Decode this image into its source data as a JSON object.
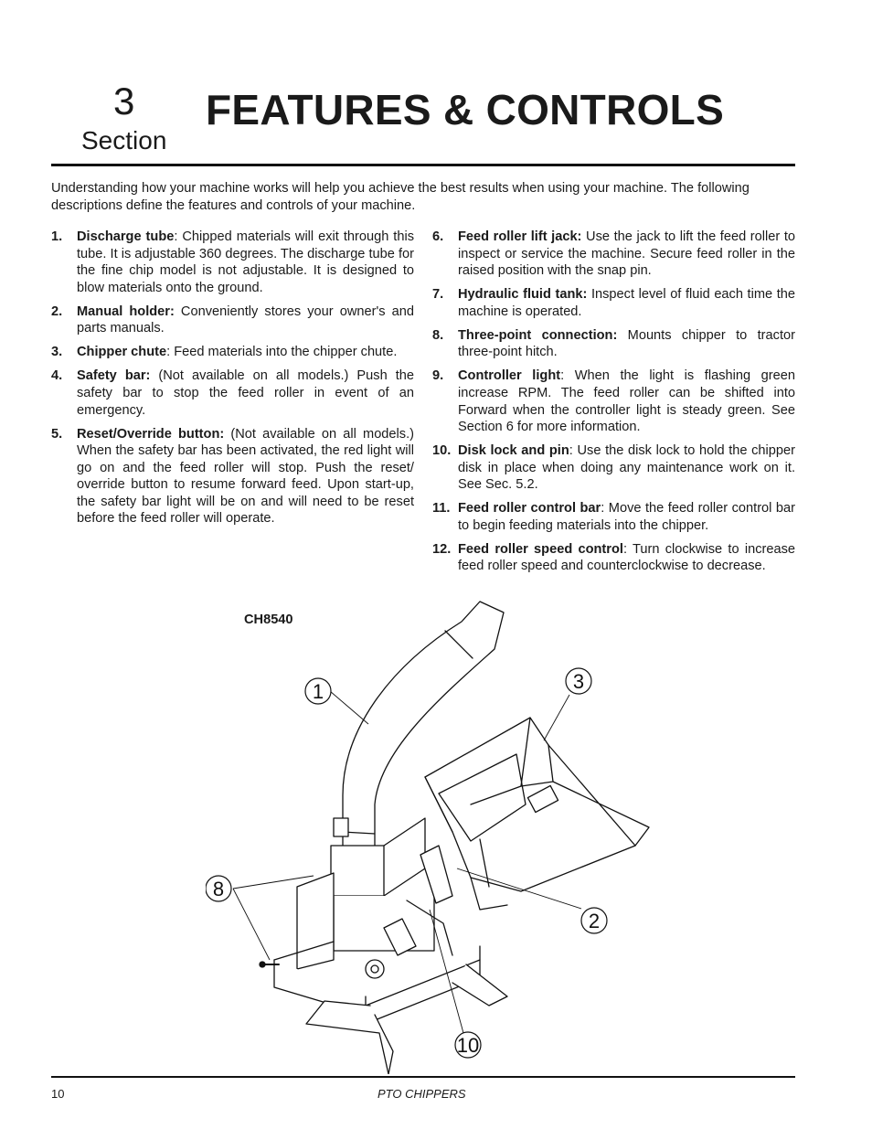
{
  "header": {
    "section_number": "3",
    "section_word": "Section",
    "title": "FEATURES & CONTROLS"
  },
  "intro": "Understanding how your machine works will help you achieve the best results when using your machine.  The following descriptions define the features and controls of your machine.",
  "features_left": [
    {
      "num": "1.",
      "term": "Discharge tube",
      "sep": ":",
      "desc": " Chipped materials will exit through this tube. It is adjustable 360 degrees. The discharge tube for the fine chip model is not adjustable. It is designed to blow materials onto the ground."
    },
    {
      "num": "2.",
      "term": "Manual holder:",
      "sep": "",
      "desc": " Conveniently stores your owner's and parts manuals."
    },
    {
      "num": "3.",
      "term": "Chipper chute",
      "sep": ":",
      "desc": " Feed materials into the chipper chute."
    },
    {
      "num": "4.",
      "term": "Safety bar:",
      "sep": "",
      "desc": "  (Not available on all models.) Push the safety bar to stop the feed roller in event of an emergency."
    },
    {
      "num": "5.",
      "term": "Reset/Override button:",
      "sep": "",
      "desc": " (Not available on all models.) When the safety bar has been activated, the red light will go on and the feed roller will stop. Push the reset/ override button to resume forward feed. Upon start-up, the safety bar light will be on and will need to be reset before the feed roller will operate."
    }
  ],
  "features_right": [
    {
      "num": "6.",
      "term": "Feed roller lift jack:",
      "sep": "",
      "desc": "  Use the jack to lift the feed roller to inspect or service the machine. Secure feed roller in the raised position with the snap pin."
    },
    {
      "num": "7.",
      "term": "Hydraulic fluid tank:",
      "sep": "",
      "desc": "  Inspect level of fluid each time the machine is operated."
    },
    {
      "num": "8.",
      "term": "Three-point connection:",
      "sep": "",
      "desc": "  Mounts chipper to tractor three-point hitch."
    },
    {
      "num": "9.",
      "term": "Controller light",
      "sep": ":",
      "desc": " When the light is flashing green increase RPM. The feed roller can be shifted into Forward when the controller light is steady green. See Section 6 for more information."
    },
    {
      "num": "10.",
      "term": "Disk lock and pin",
      "sep": ":",
      "desc": " Use the disk lock to hold the chipper disk in place when doing any maintenance work on it. See Sec. 5.2."
    },
    {
      "num": "11.",
      "term": "Feed roller control bar",
      "sep": ":",
      "desc": " Move the feed roller control bar to begin feeding materials into the chipper."
    },
    {
      "num": "12.",
      "term": "Feed roller speed control",
      "sep": ":",
      "desc": " Turn clockwise to increase feed roller speed and counterclockwise to decrease."
    }
  ],
  "figure": {
    "model": "CH8540",
    "callouts": [
      "1",
      "3",
      "8",
      "2",
      "10"
    ]
  },
  "footer": {
    "page_number": "10",
    "title": "PTO CHIPPERS"
  }
}
